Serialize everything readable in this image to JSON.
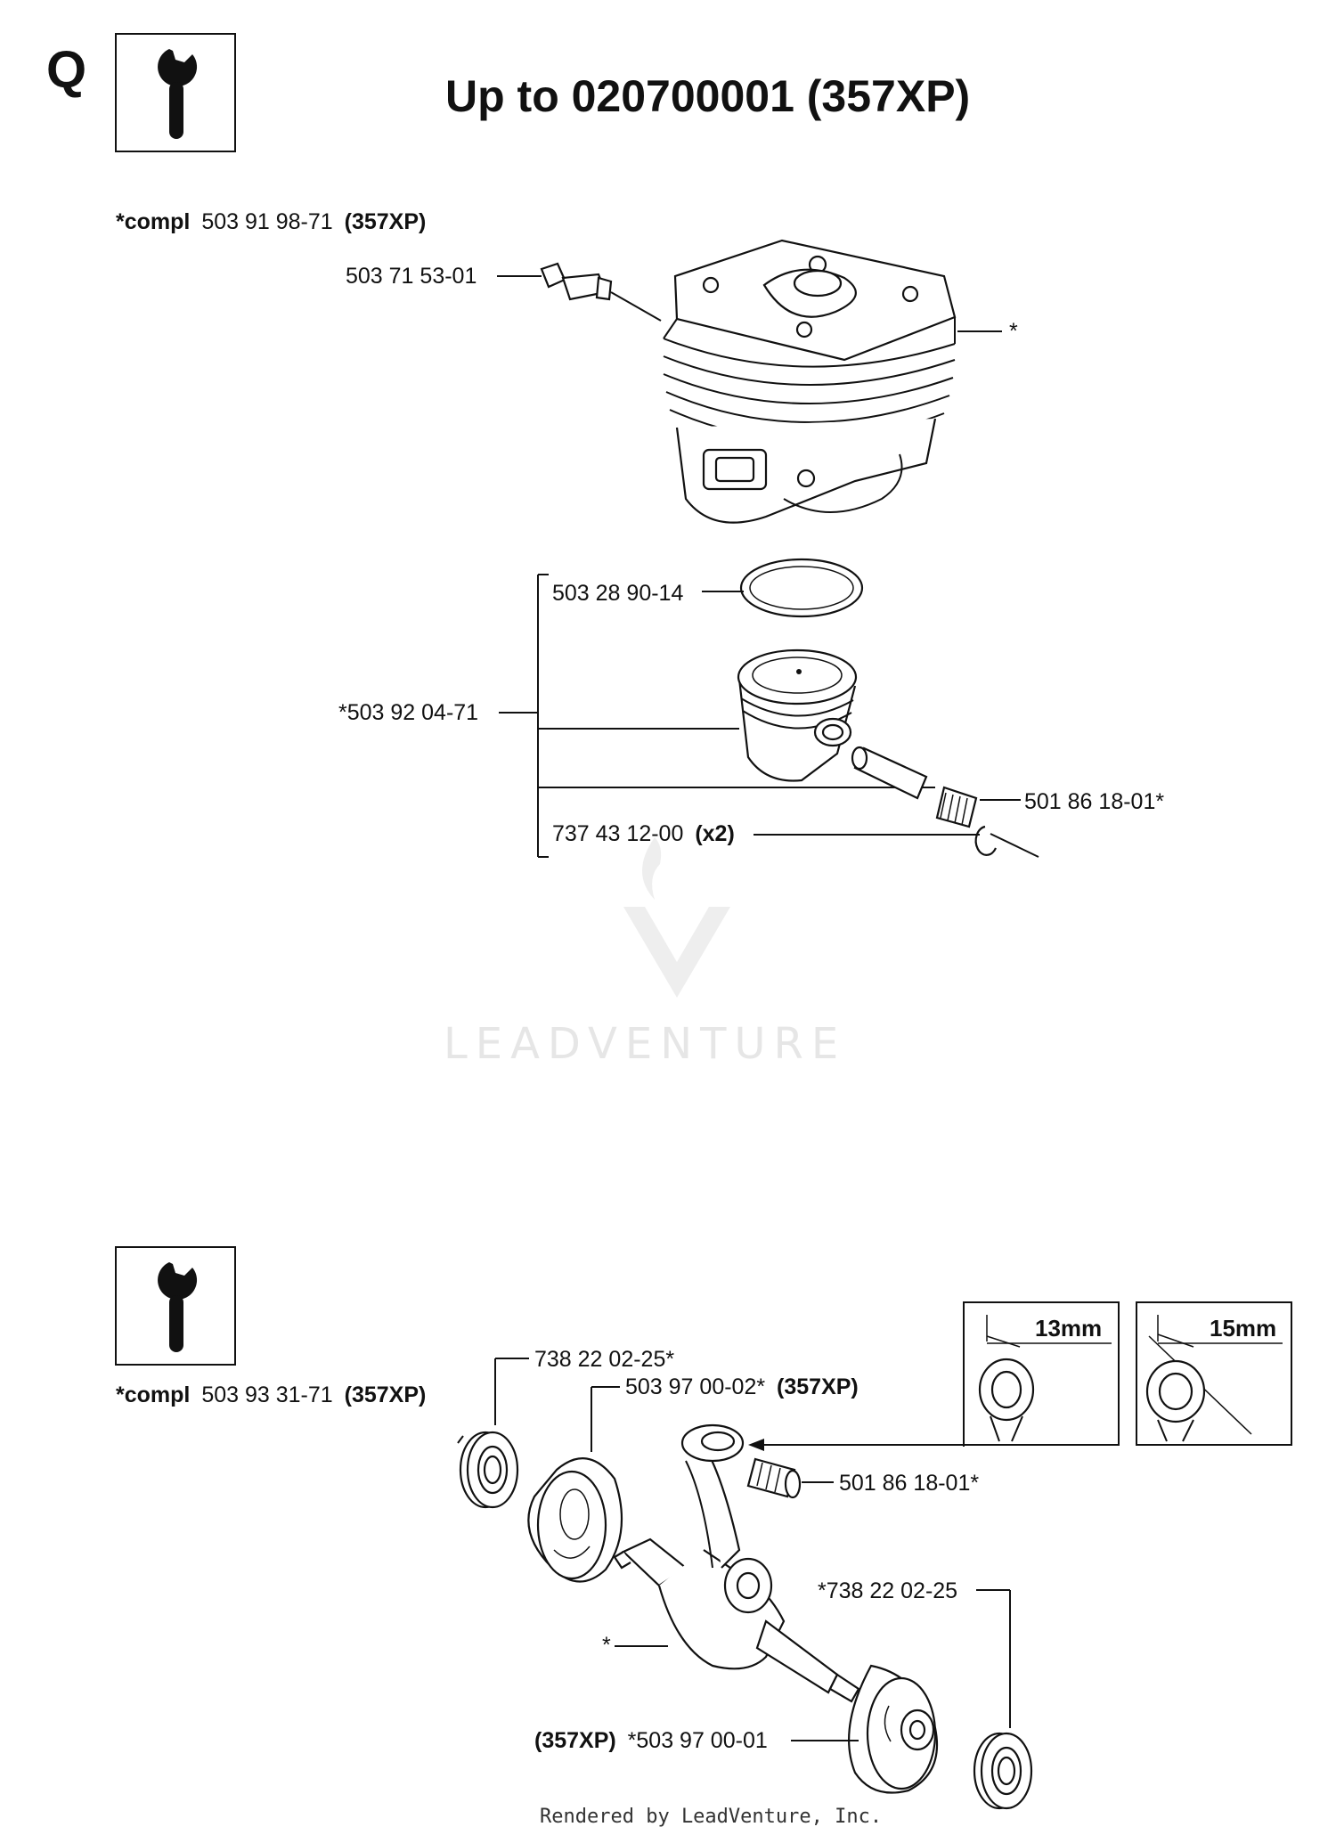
{
  "header": {
    "section_letter": "Q",
    "title": "Up to 020700001  (357XP)",
    "tool_icon": "wrench-icon"
  },
  "cylinder_group": {
    "compl_prefix": "*compl",
    "compl_number": "503 91 98-71",
    "compl_model": "(357XP)",
    "parts": {
      "decomp_valve": "503 71 53-01",
      "cylinder_marker": "*",
      "piston_ring": "503 28 90-14",
      "piston_kit": "*503 92 04-71",
      "needle_bearing": "501 86 18-01*",
      "circlip_number": "737 43 12-00",
      "circlip_qty": "(x2)"
    }
  },
  "watermark": {
    "text": "LEADVENTURE",
    "logo_icon": "leadventure-logo-icon"
  },
  "crank_group": {
    "tool_icon": "wrench-icon",
    "compl_prefix": "*compl",
    "compl_number": "503 93 31-71",
    "compl_model": "(357XP)",
    "parts": {
      "bearing_top": "738 22 02-25*",
      "crank_half_top_number": "503 97 00-02*",
      "crank_half_top_model": "(357XP)",
      "needle_bearing": "501 86 18-01*",
      "bearing_bottom": "*738 22 02-25",
      "crank_marker": "*",
      "crank_half_bottom_model": "(357XP)",
      "crank_half_bottom_number": "*503 97 00-01"
    },
    "insets": [
      {
        "measure": "13mm"
      },
      {
        "measure": "15mm"
      }
    ]
  },
  "footer": {
    "text": "Rendered by LeadVenture, Inc."
  }
}
